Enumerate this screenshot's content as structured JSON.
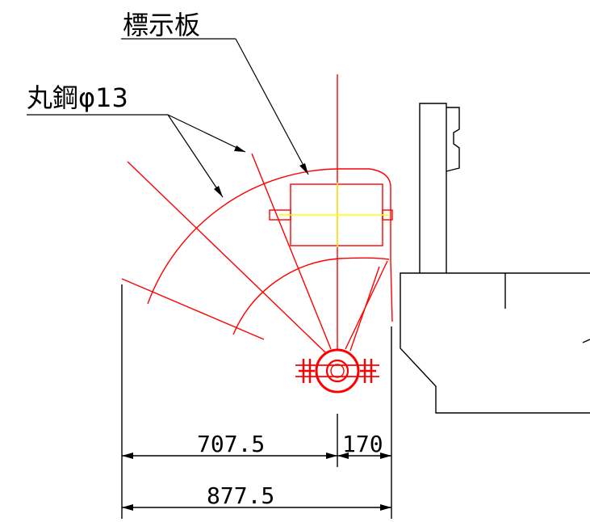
{
  "labels": {
    "sign_board": "標示板",
    "round_steel": "丸鋼φ13"
  },
  "dimensions": {
    "left_span": "707.5",
    "right_span": "170",
    "total_span": "877.5"
  },
  "colors": {
    "red": "#ff0000",
    "yellow": "#ffff00",
    "black": "#000000"
  }
}
